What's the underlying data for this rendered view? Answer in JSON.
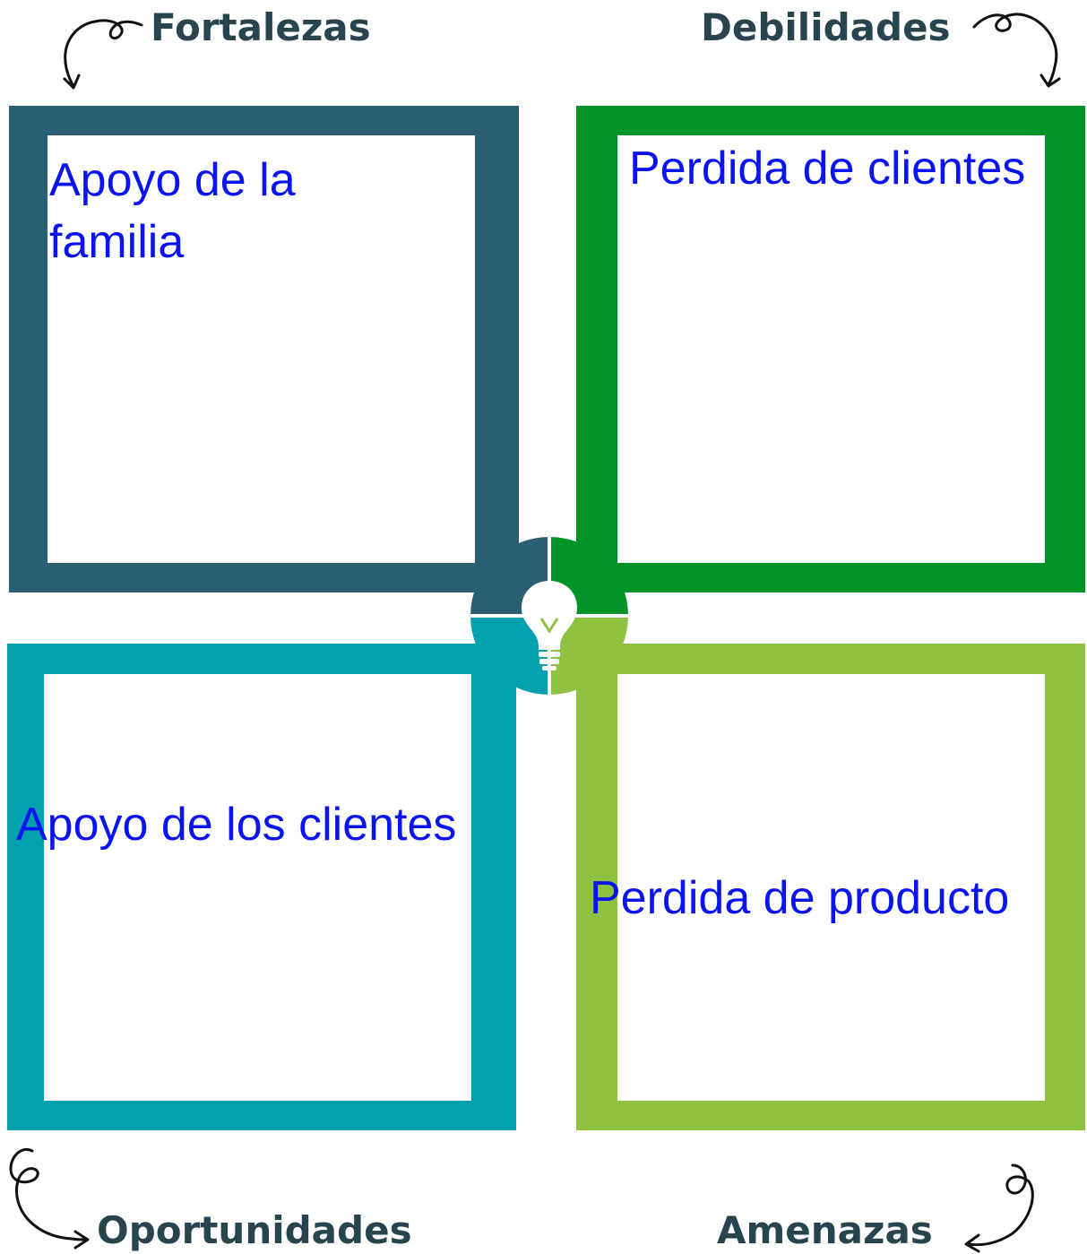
{
  "colors": {
    "heading": "#27444f",
    "entry_text": "#0a14f2",
    "fortalezas": "#2a5f73",
    "debilidades": "#009428",
    "oportunidades": "#00a0ae",
    "amenazas": "#8fc241",
    "arrow": "#111111"
  },
  "icons": {
    "center": "lightbulb-icon",
    "arrows": "curly-arrow-icon"
  },
  "quadrants": {
    "fortalezas": {
      "title": "Fortalezas",
      "lines": [
        "Apoyo de la",
        "familia"
      ]
    },
    "debilidades": {
      "title": "Debilidades",
      "lines": [
        "Perdida de clientes"
      ]
    },
    "oportunidades": {
      "title": "Oportunidades",
      "lines": [
        "Apoyo de los clientes"
      ]
    },
    "amenazas": {
      "title": "Amenazas",
      "lines": [
        "Perdida de producto"
      ]
    }
  }
}
